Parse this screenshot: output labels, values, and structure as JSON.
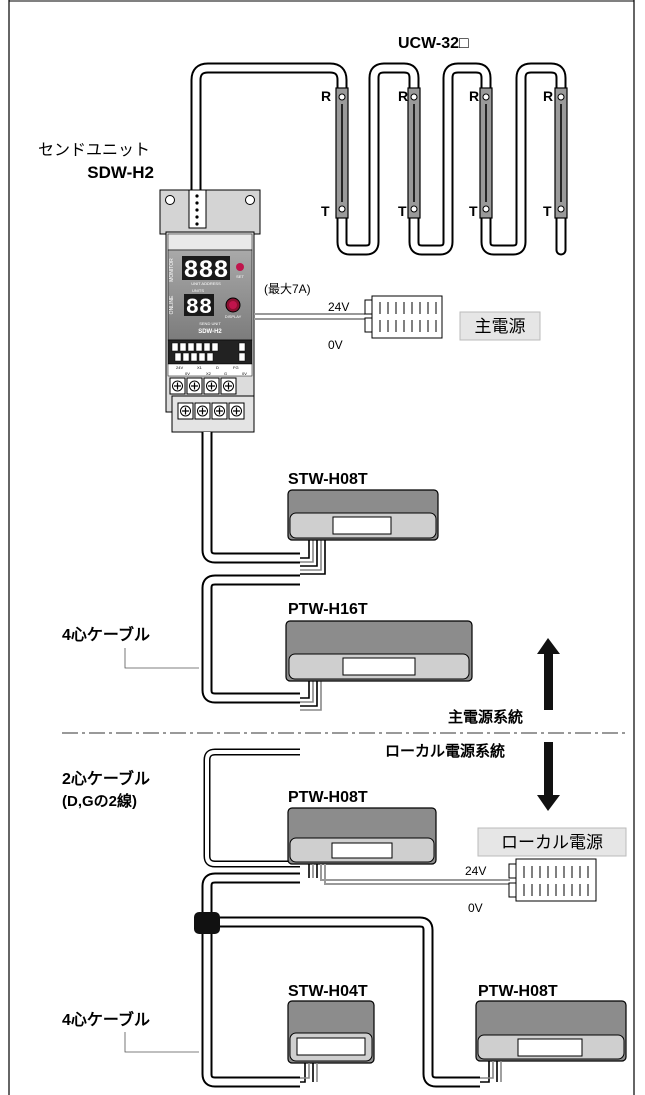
{
  "labels": {
    "ucw": "UCW-32□",
    "send_unit_jp": "センドユニット",
    "send_unit_model": "SDW-H2",
    "max_current": "(最大7A)",
    "v24": "24V",
    "v0": "0V",
    "main_power": "主電源",
    "stw_h08t": "STW-H08T",
    "ptw_h16t": "PTW-H16T",
    "cable4_a": "4心ケーブル",
    "main_system": "主電源系統",
    "local_system": "ローカル電源系統",
    "cable2": "2心ケーブル",
    "cable2_note": "(D,Gの2線)",
    "ptw_h08t_a": "PTW-H08T",
    "local_power": "ローカル電源",
    "v24_b": "24V",
    "v0_b": "0V",
    "cable4_b": "4心ケーブル",
    "stw_h04t": "STW-H04T",
    "ptw_h08t_b": "PTW-H08T",
    "r_marks": [
      "R",
      "R",
      "R",
      "R"
    ],
    "t_marks": [
      "T",
      "T",
      "T",
      "T"
    ]
  },
  "device": {
    "display_main": "888",
    "display_sub": "88",
    "monitor": "MONITOR",
    "unit_address": "UNIT ADDRESS",
    "units": "UNITS",
    "online": "ONLINE",
    "set": "SET",
    "display_btn": "DISPLAY",
    "send_unit": "SEND UNIT",
    "model": "SDW-H2",
    "terminals_top": [
      "24V",
      "X1",
      "D",
      "FG"
    ],
    "terminals_bottom": [
      "0V",
      "X2",
      "G",
      "0V"
    ]
  },
  "colors": {
    "device_grey": "#8a8a8a",
    "device_light": "#d0d0d0",
    "display_bg": "#1a1a1a",
    "button_red": "#c0144c",
    "label_bg": "#e6e6e6"
  }
}
